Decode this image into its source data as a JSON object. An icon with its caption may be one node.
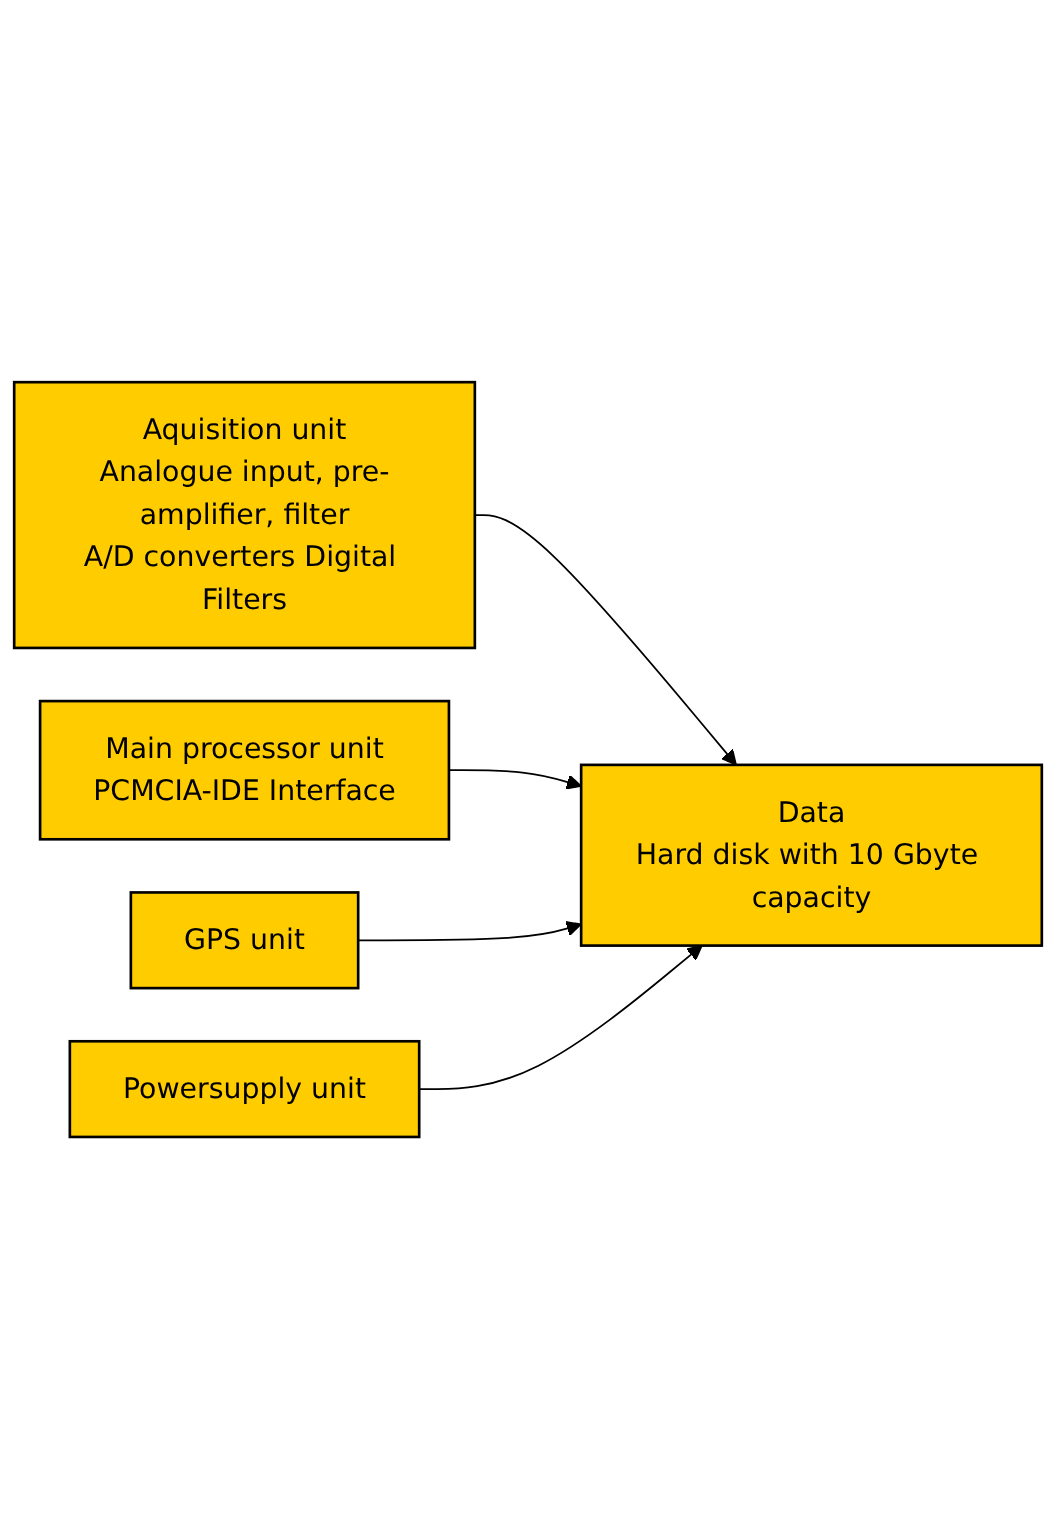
{
  "diagram": {
    "nodes": [
      {
        "text": [
          "Aquisition unit",
          "Analogue input, pre-amplifier, filter",
          "A/D converters Digital Filters"
        ]
      },
      {
        "text": [
          "Main processor unit",
          "PCMCIA-IDE Interface"
        ]
      },
      {
        "text": [
          "GPS unit"
        ]
      },
      {
        "text": [
          "Powersupply unit"
        ]
      },
      {
        "text": [
          "Data",
          "Hard disk with 10 Gbyte capacity"
        ]
      }
    ],
    "edges": [
      {
        "from": 0,
        "to": 4,
        "arrow": "to"
      },
      {
        "from": 1,
        "to": 4,
        "arrow": "to"
      },
      {
        "from": 2,
        "to": 4,
        "arrow": "to"
      },
      {
        "from": 3,
        "to": 4,
        "arrow": "to"
      }
    ]
  }
}
